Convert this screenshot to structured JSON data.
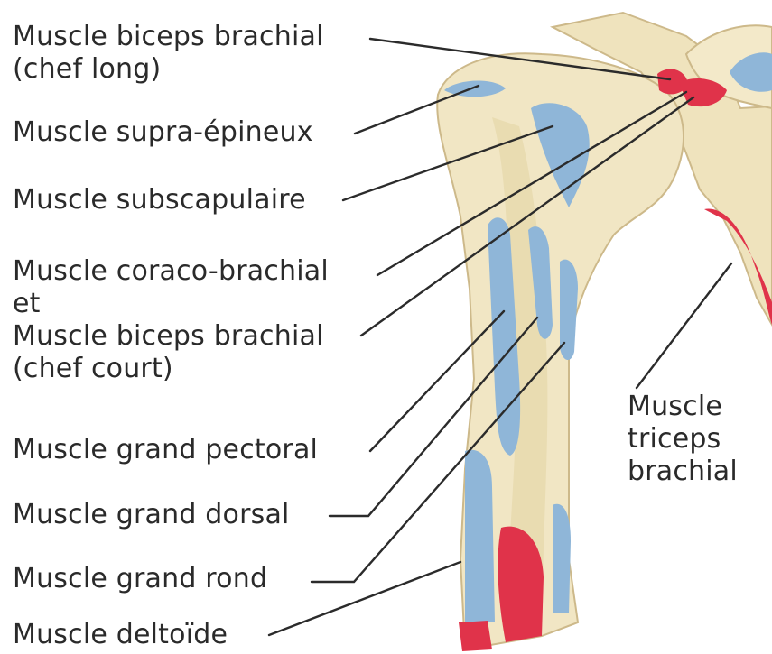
{
  "labels": {
    "biceps_long_1": "Muscle biceps brachial",
    "biceps_long_2": "(chef long)",
    "supra_epineux": "Muscle supra-épineux",
    "subscapulaire": "Muscle subscapulaire",
    "coraco_1": "Muscle coraco-brachial",
    "coraco_2": "et",
    "coraco_3": "Muscle biceps brachial",
    "coraco_4": "(chef court)",
    "grand_pectoral": "Muscle grand pectoral",
    "grand_dorsal": "Muscle grand dorsal",
    "grand_rond": "Muscle grand rond",
    "deltoide": "Muscle deltoïde",
    "triceps_1": "Muscle",
    "triceps_2": "triceps",
    "triceps_3": "brachial"
  },
  "colors": {
    "bone": "#f1e6c4",
    "bone_shadow": "#d9c99e",
    "origin_blue": "#8fb6d8",
    "insertion_red": "#e0334a",
    "leader_line": "#2b2b2b"
  }
}
